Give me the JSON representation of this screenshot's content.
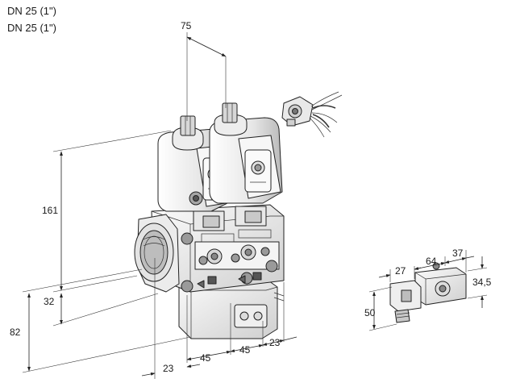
{
  "headings": [
    "DN 25 (1\")",
    "DN 25 (1\")"
  ],
  "dimensions": {
    "d75": "75",
    "d161": "161",
    "d32": "32",
    "d82": "82",
    "d23_bottom": "23",
    "d45_left": "45",
    "d45_right": "45",
    "d23_right": "23",
    "d27": "27",
    "d64": "64",
    "d37": "37",
    "d34_5": "34,5",
    "d50": "50"
  },
  "colors": {
    "line": "#222222",
    "body_light": "#f2f2f2",
    "body_mid": "#d9d9d9",
    "body_dark": "#a9a9a9"
  }
}
